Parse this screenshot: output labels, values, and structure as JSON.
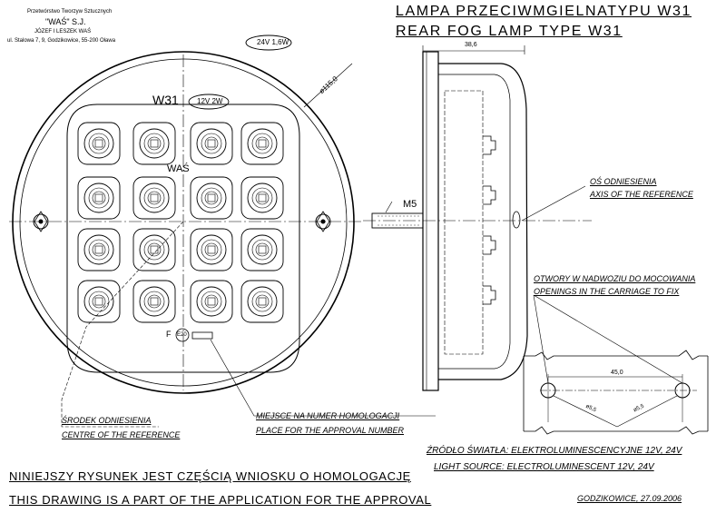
{
  "company": {
    "line1": "Przetwórstwo Tworzyw Sztucznych",
    "line2": "\"WAŚ\" S.J.",
    "line3": "JÓZEF I LESZEK WAŚ",
    "line4": "ul. Stalowa 7, 9, Godzikowice, 55-200 Oława"
  },
  "title": {
    "pl": "LAMPA PRZECIWMGIELNATYPU W31",
    "en": "REAR FOG LAMP TYPE W31"
  },
  "front": {
    "model": "W31",
    "brand": "WAŚ",
    "label_24v": "24V 1,6W",
    "label_12v": "12V 2W",
    "diameter": "ø115,0",
    "approval_mark": "F",
    "approval_circle": "E20"
  },
  "side": {
    "depth": "38,6",
    "thread": "M5"
  },
  "callouts": {
    "axis_pl": "OŚ ODNIESIENIA",
    "axis_en": "AXIS OF THE REFERENCE",
    "openings_pl": "OTWORY W NADWOZIU DO MOCOWANIA",
    "openings_en": "OPENINGS IN THE CARRIAGE TO FIX",
    "centre_pl": "ŚRODEK ODNIESIENIA",
    "centre_en": "CENTRE OF THE REFERENCE",
    "place_pl": "MIEJSCE NA NUMER HOMOLOGACJI",
    "place_en": "PLACE FOR THE APPROVAL NUMBER"
  },
  "detail": {
    "spacing": "45,0",
    "hole_left": "ø5,5",
    "hole_right": "ø5,5"
  },
  "light_source": {
    "pl": "ŹRÓDŁO ŚWIATŁA: ELEKTROLUMINESCENCYJNE 12V, 24V",
    "en": "LIGHT SOURCE: ELECTROLUMINESCENT 12V, 24V"
  },
  "footer": {
    "pl": "NINIEJSZY RYSUNEK JEST CZĘŚCIĄ WNIOSKU O HOMOLOGACJĘ",
    "en": "THIS DRAWING IS A PART OF THE APPLICATION FOR THE APPROVAL",
    "date": "GODZIKOWICE, 27.09.2006"
  }
}
